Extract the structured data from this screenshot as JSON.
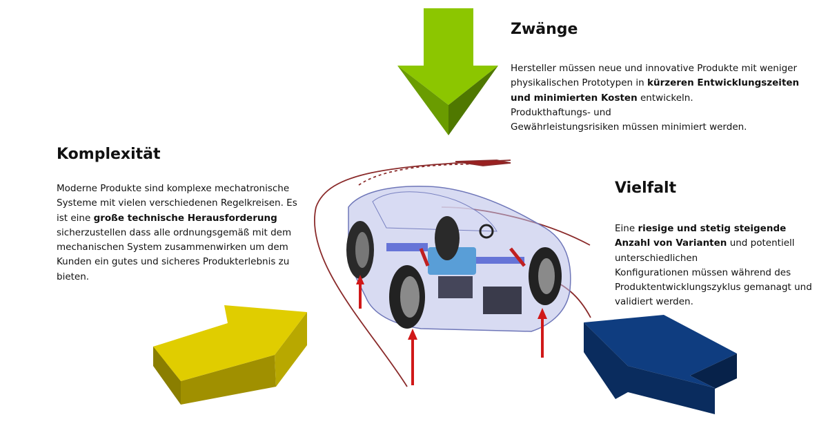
{
  "sections": {
    "zwaenge": {
      "title": "Zwänge",
      "t1": "Hersteller müssen neue und innovative Produkte mit weniger physikalischen Prototypen in ",
      "b1": "kürzeren Entwicklungszeiten und minimierten Kosten",
      "t2": " entwickeln.",
      "t3": "Produkthaftungs- und",
      "t4": "Gewährleistungsrisiken müssen minimiert werden."
    },
    "komplexitaet": {
      "title": "Komplexität",
      "t1": "Moderne Produkte sind komplexe mechatronische Systeme mit vielen verschiedenen Regelkreisen. Es ist eine ",
      "b1": "große technische Herausforderung",
      "t2": " sicherzustellen dass alle ordnungsgemäß mit dem mechanischen System zusammenwirken um dem Kunden ein gutes und sicheres Produkterlebnis zu bieten."
    },
    "vielfalt": {
      "title": "Vielfalt",
      "t1": "Eine ",
      "b1": "riesige und stetig steigende Anzahl von Varianten",
      "t2": " und potentiell unterschiedlichen",
      "t3": "Konfigurationen müssen während des Produktentwicklungszyklus gemanagt und validiert werden."
    }
  },
  "colors": {
    "green_front": "#7fb800",
    "green_side": "#5a8a00",
    "yellow_front": "#ddc900",
    "yellow_side": "#a89a00",
    "blue_front": "#0e3a78",
    "blue_side": "#07224a",
    "road_line": "#8a2a2a",
    "force_arrow": "#d01818"
  },
  "icons": [
    "car-illustration",
    "down-arrow-icon",
    "right-arrow-icon",
    "left-arrow-icon"
  ]
}
